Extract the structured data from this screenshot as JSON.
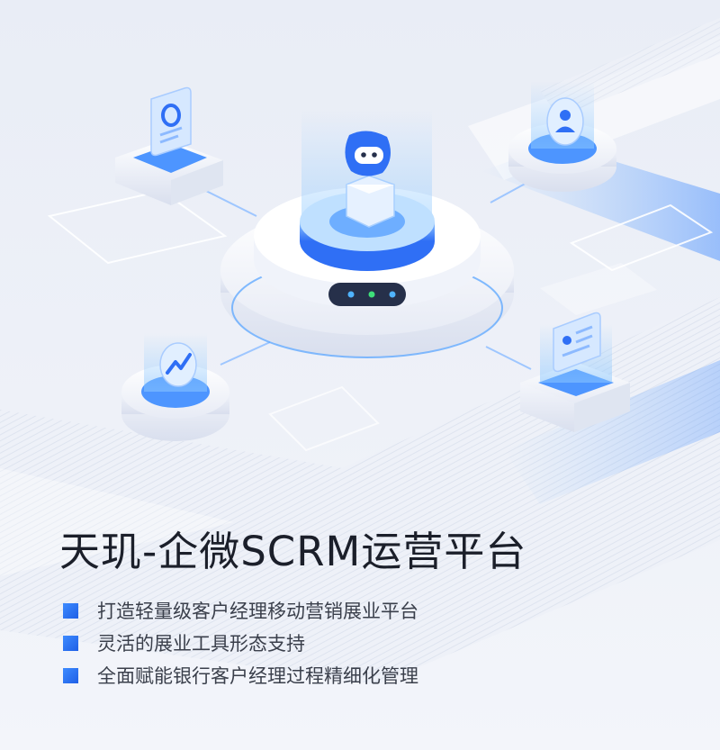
{
  "title": "天玑-企微SCRM运营平台",
  "features": [
    "打造轻量级客户经理移动营销展业平台",
    "灵活的展业工具形态支持",
    "全面赋能银行客户经理过程精细化管理"
  ],
  "colors": {
    "accent": "#2f6ff5",
    "title": "#1b1f2a",
    "text": "#3a3f4b",
    "background": "#eef1f8"
  },
  "icons": [
    "document-icon",
    "robot-icon",
    "user-icon",
    "trend-chart-icon",
    "profile-card-icon"
  ]
}
